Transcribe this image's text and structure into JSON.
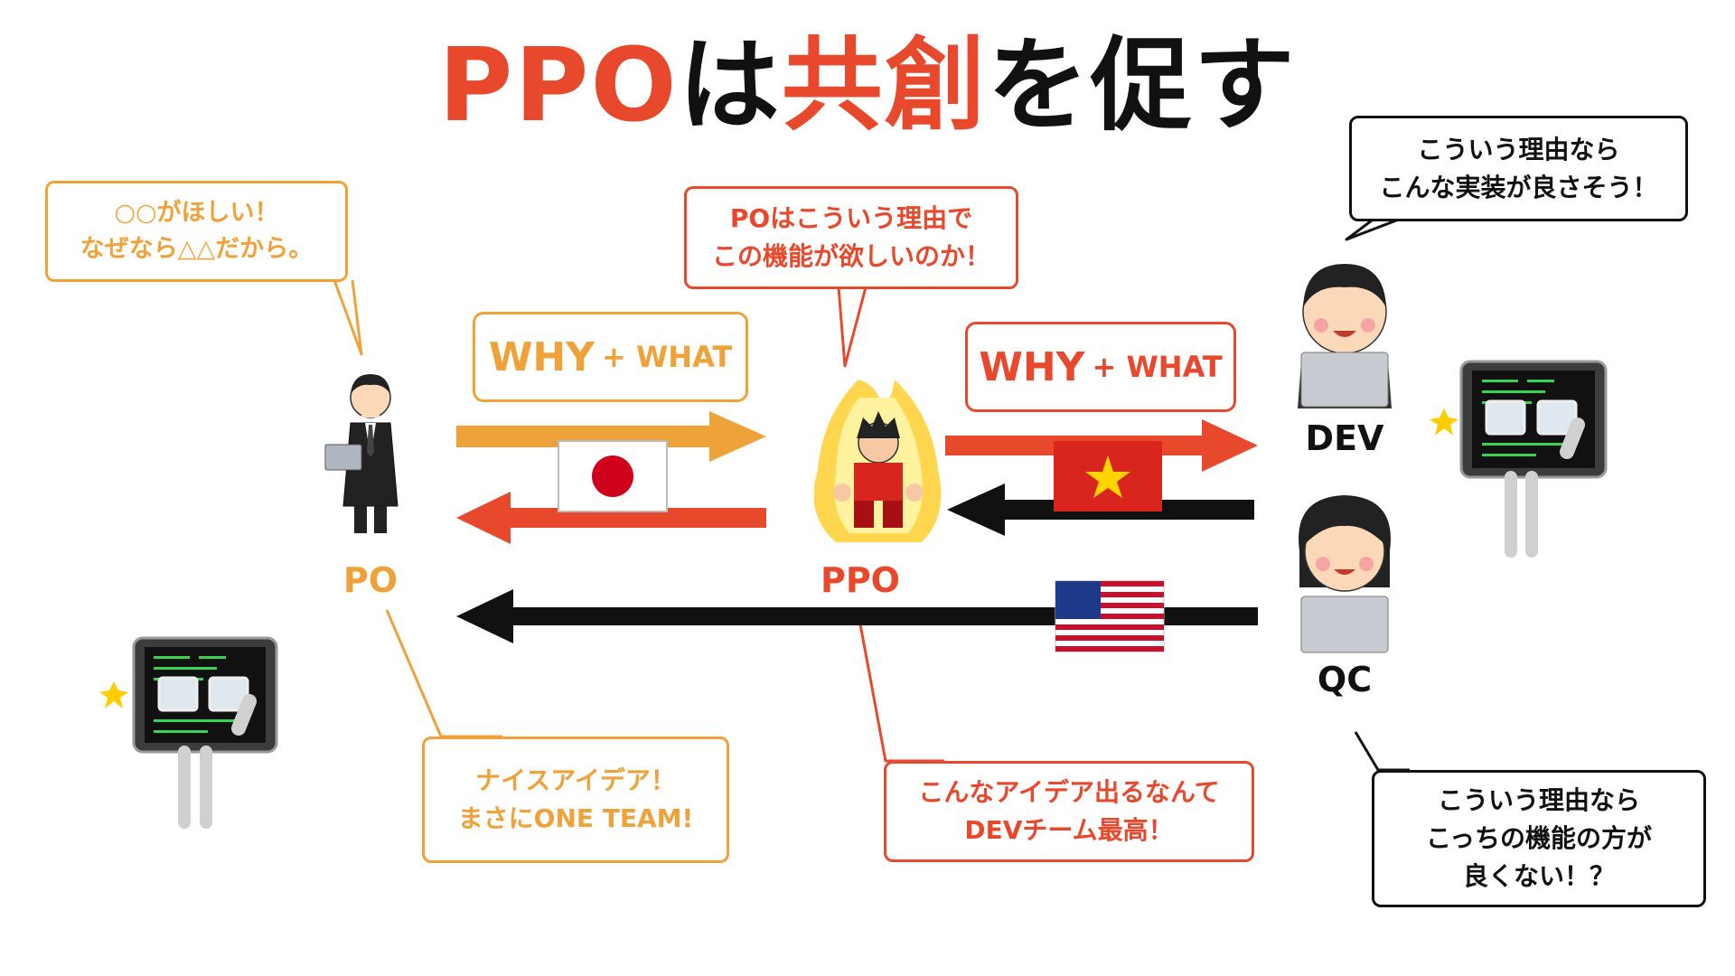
{
  "title": {
    "part1": "PPO",
    "part2": "は",
    "part3": "共創",
    "part4": "を促す"
  },
  "roles": {
    "po": "PO",
    "ppo": "PPO",
    "dev": "DEV",
    "qc": "QC"
  },
  "labels": {
    "why_top_big": "WHY",
    "why_top_small": "+ WHAT",
    "why_right_big": "WHY",
    "why_right_small": "+ WHAT"
  },
  "bubbles": {
    "po_want": [
      "○○がほしい！",
      "なぜなら△△だから。"
    ],
    "ppo_understand": [
      "POはこういう理由で",
      "この機能が欲しいのか！"
    ],
    "dev_idea": [
      "こういう理由なら",
      "こんな実装が良さそう！"
    ],
    "qc_idea": [
      "こういう理由なら",
      "こっちの機能の方が",
      "良くない！？"
    ],
    "po_praise": [
      "ナイスアイデア！",
      "まさにONE TEAM!"
    ],
    "ppo_praise": [
      "こんなアイデア出るなんて",
      "DEVチーム最高！"
    ]
  },
  "colors": {
    "orange": "#f0a23a",
    "red": "#e8482c",
    "black": "#111111"
  }
}
